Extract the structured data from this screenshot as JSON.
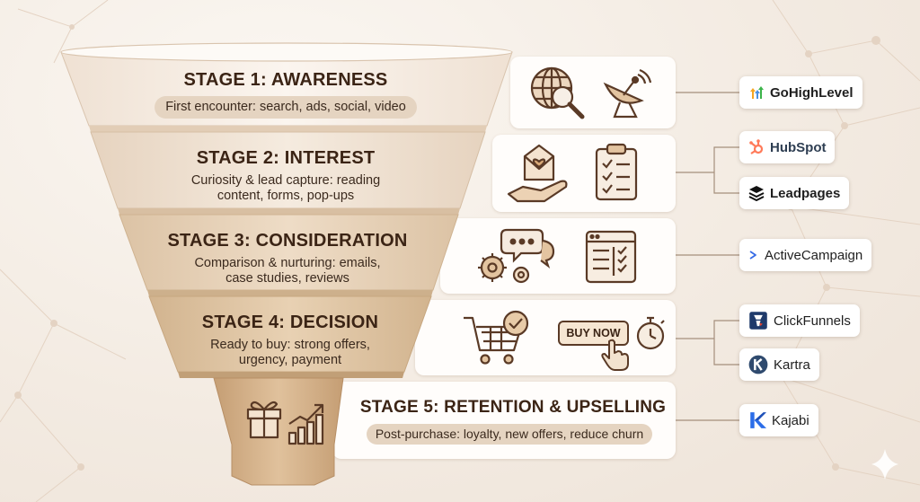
{
  "stages": [
    {
      "title": "STAGE 1: AWARENESS",
      "description": "First encounter: search, ads, social, video"
    },
    {
      "title": "STAGE 2: INTEREST",
      "description_lines": [
        "Curiosity & lead capture: reading",
        "content, forms, pop-ups"
      ]
    },
    {
      "title": "STAGE 3: CONSIDERATION",
      "description_lines": [
        "Comparison & nurturing: emails,",
        "case studies, reviews"
      ]
    },
    {
      "title": "STAGE 4: DECISION",
      "description_lines": [
        "Ready to buy: strong offers,",
        "urgency, payment"
      ]
    },
    {
      "title": "STAGE 5: RETENTION & UPSELLING",
      "description": "Post-purchase: loyalty, new offers, reduce churn"
    }
  ],
  "buy_now_label": "BUY NOW",
  "tools": [
    {
      "name": "GoHighLevel",
      "icon": "gohighlevel-logo"
    },
    {
      "name": "HubSpot",
      "icon": "hubspot-logo",
      "color": "#ff7a59"
    },
    {
      "name": "Leadpages",
      "icon": "leadpages-logo"
    },
    {
      "name": "ActiveCampaign",
      "icon": "activecampaign-logo",
      "color": "#356ae6"
    },
    {
      "name": "ClickFunnels",
      "icon": "clickfunnels-logo"
    },
    {
      "name": "Kartra",
      "icon": "kartra-logo"
    },
    {
      "name": "Kajabi",
      "icon": "kajabi-logo",
      "color": "#2b6de8"
    }
  ],
  "colors": {
    "stage1": "#f6ece3",
    "stage2": "#eedfcf",
    "stage3": "#e6d2ba",
    "stage4": "#dcc1a1",
    "stage5": "#cfae88",
    "text_dark": "#3b2415",
    "icon_stroke": "#5a3a26",
    "icon_fill": "#e3c4a0"
  }
}
